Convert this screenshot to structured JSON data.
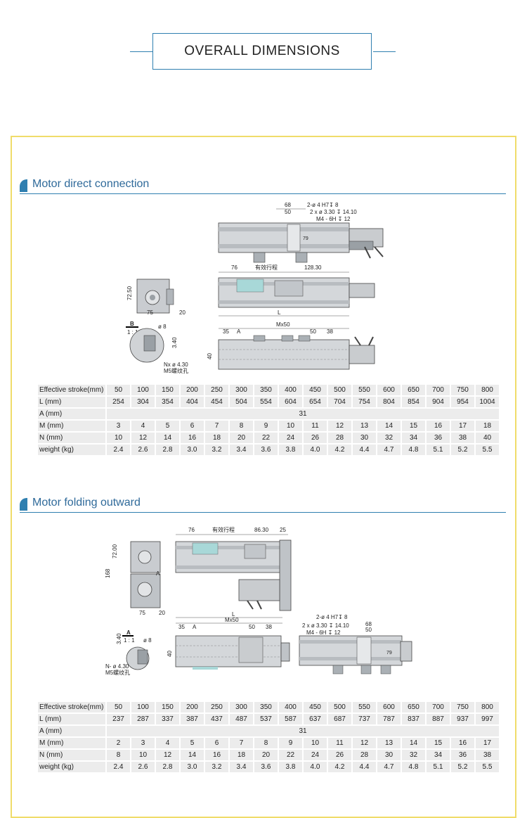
{
  "page": {
    "title": "OVERALL DIMENSIONS"
  },
  "sections": [
    {
      "heading": "Motor direct connection",
      "drawing_labels": {
        "d68": "68",
        "d50": "50",
        "hole1": "2-ø 4 H7↧ 8",
        "hole2": "2 x ø 3.30 ↧ 14.10",
        "hole3": "M4 - 6H ↧ 12",
        "d79": "79",
        "d76": "76",
        "stroke": "有效行程",
        "d12830": "128.30",
        "dL": "L",
        "d7250": "72.50",
        "d75": "75",
        "d20": "20",
        "detailB": "B",
        "scale": "1 : 1",
        "phi8": "ø 8",
        "d340": "3.40",
        "nx430": "Nx ø 4.30",
        "m5": "M5螺纹孔",
        "d35": "35",
        "dA": "A",
        "mx50": "Mx50",
        "d50b": "50",
        "d38": "38",
        "d40": "40"
      },
      "table": [
        {
          "label": "Effective stroke(mm)",
          "values": [
            "50",
            "100",
            "150",
            "200",
            "250",
            "300",
            "350",
            "400",
            "450",
            "500",
            "550",
            "600",
            "650",
            "700",
            "750",
            "800"
          ]
        },
        {
          "label": "L (mm)",
          "values": [
            "254",
            "304",
            "354",
            "404",
            "454",
            "504",
            "554",
            "604",
            "654",
            "704",
            "754",
            "804",
            "854",
            "904",
            "954",
            "1004"
          ]
        },
        {
          "label": "A (mm)",
          "span_value": "31"
        },
        {
          "label": "M (mm)",
          "values": [
            "3",
            "4",
            "5",
            "6",
            "7",
            "8",
            "9",
            "10",
            "11",
            "12",
            "13",
            "14",
            "15",
            "16",
            "17",
            "18"
          ]
        },
        {
          "label": "N (mm)",
          "values": [
            "10",
            "12",
            "14",
            "16",
            "18",
            "20",
            "22",
            "24",
            "26",
            "28",
            "30",
            "32",
            "34",
            "36",
            "38",
            "40"
          ]
        },
        {
          "label": "weight (kg)",
          "values": [
            "2.4",
            "2.6",
            "2.8",
            "3.0",
            "3.2",
            "3.4",
            "3.6",
            "3.8",
            "4.0",
            "4.2",
            "4.4",
            "4.7",
            "4.8",
            "5.1",
            "5.2",
            "5.5"
          ]
        }
      ]
    },
    {
      "heading": "Motor folding outward",
      "drawing_labels": {
        "d76": "76",
        "stroke": "有效行程",
        "d8630": "86.30",
        "d25": "25",
        "d7200": "72.00",
        "d168": "168",
        "dA": "A",
        "d75": "75",
        "d20": "20",
        "dL": "L",
        "hole1": "2-ø 4 H7↧ 8",
        "hole2": "2 x ø 3.30 ↧ 14.10",
        "hole3": "M4 - 6H ↧ 12",
        "d68": "68",
        "d50": "50",
        "d79": "79",
        "detailA": "A",
        "scale": "1 : 1",
        "phi8": "ø 8",
        "d340": "3.40",
        "n430": "N- ø 4.30",
        "m5": "M5螺纹孔",
        "d35": "35",
        "dA2": "A",
        "mx50": "Mx50",
        "d50b": "50",
        "d38": "38",
        "d40": "40"
      },
      "table": [
        {
          "label": "Effective stroke(mm)",
          "values": [
            "50",
            "100",
            "150",
            "200",
            "250",
            "300",
            "350",
            "400",
            "450",
            "500",
            "550",
            "600",
            "650",
            "700",
            "750",
            "800"
          ]
        },
        {
          "label": "L (mm)",
          "values": [
            "237",
            "287",
            "337",
            "387",
            "437",
            "487",
            "537",
            "587",
            "637",
            "687",
            "737",
            "787",
            "837",
            "887",
            "937",
            "997"
          ]
        },
        {
          "label": "A (mm)",
          "span_value": "31"
        },
        {
          "label": "M (mm)",
          "values": [
            "2",
            "3",
            "4",
            "5",
            "6",
            "7",
            "8",
            "9",
            "10",
            "11",
            "12",
            "13",
            "14",
            "15",
            "16",
            "17"
          ]
        },
        {
          "label": "N (mm)",
          "values": [
            "8",
            "10",
            "12",
            "14",
            "16",
            "18",
            "20",
            "22",
            "24",
            "26",
            "28",
            "30",
            "32",
            "34",
            "36",
            "38"
          ]
        },
        {
          "label": "weight (kg)",
          "values": [
            "2.4",
            "2.6",
            "2.8",
            "3.0",
            "3.2",
            "3.4",
            "3.6",
            "3.8",
            "4.0",
            "4.2",
            "4.4",
            "4.7",
            "4.8",
            "5.1",
            "5.2",
            "5.5"
          ]
        }
      ]
    }
  ],
  "colors": {
    "accent": "#2f7fb0",
    "panel_border": "#f0dc6a",
    "cell_bg": "#ececec",
    "rail": "#c8ccd0",
    "carriage_tint": "#a8d8d8"
  }
}
